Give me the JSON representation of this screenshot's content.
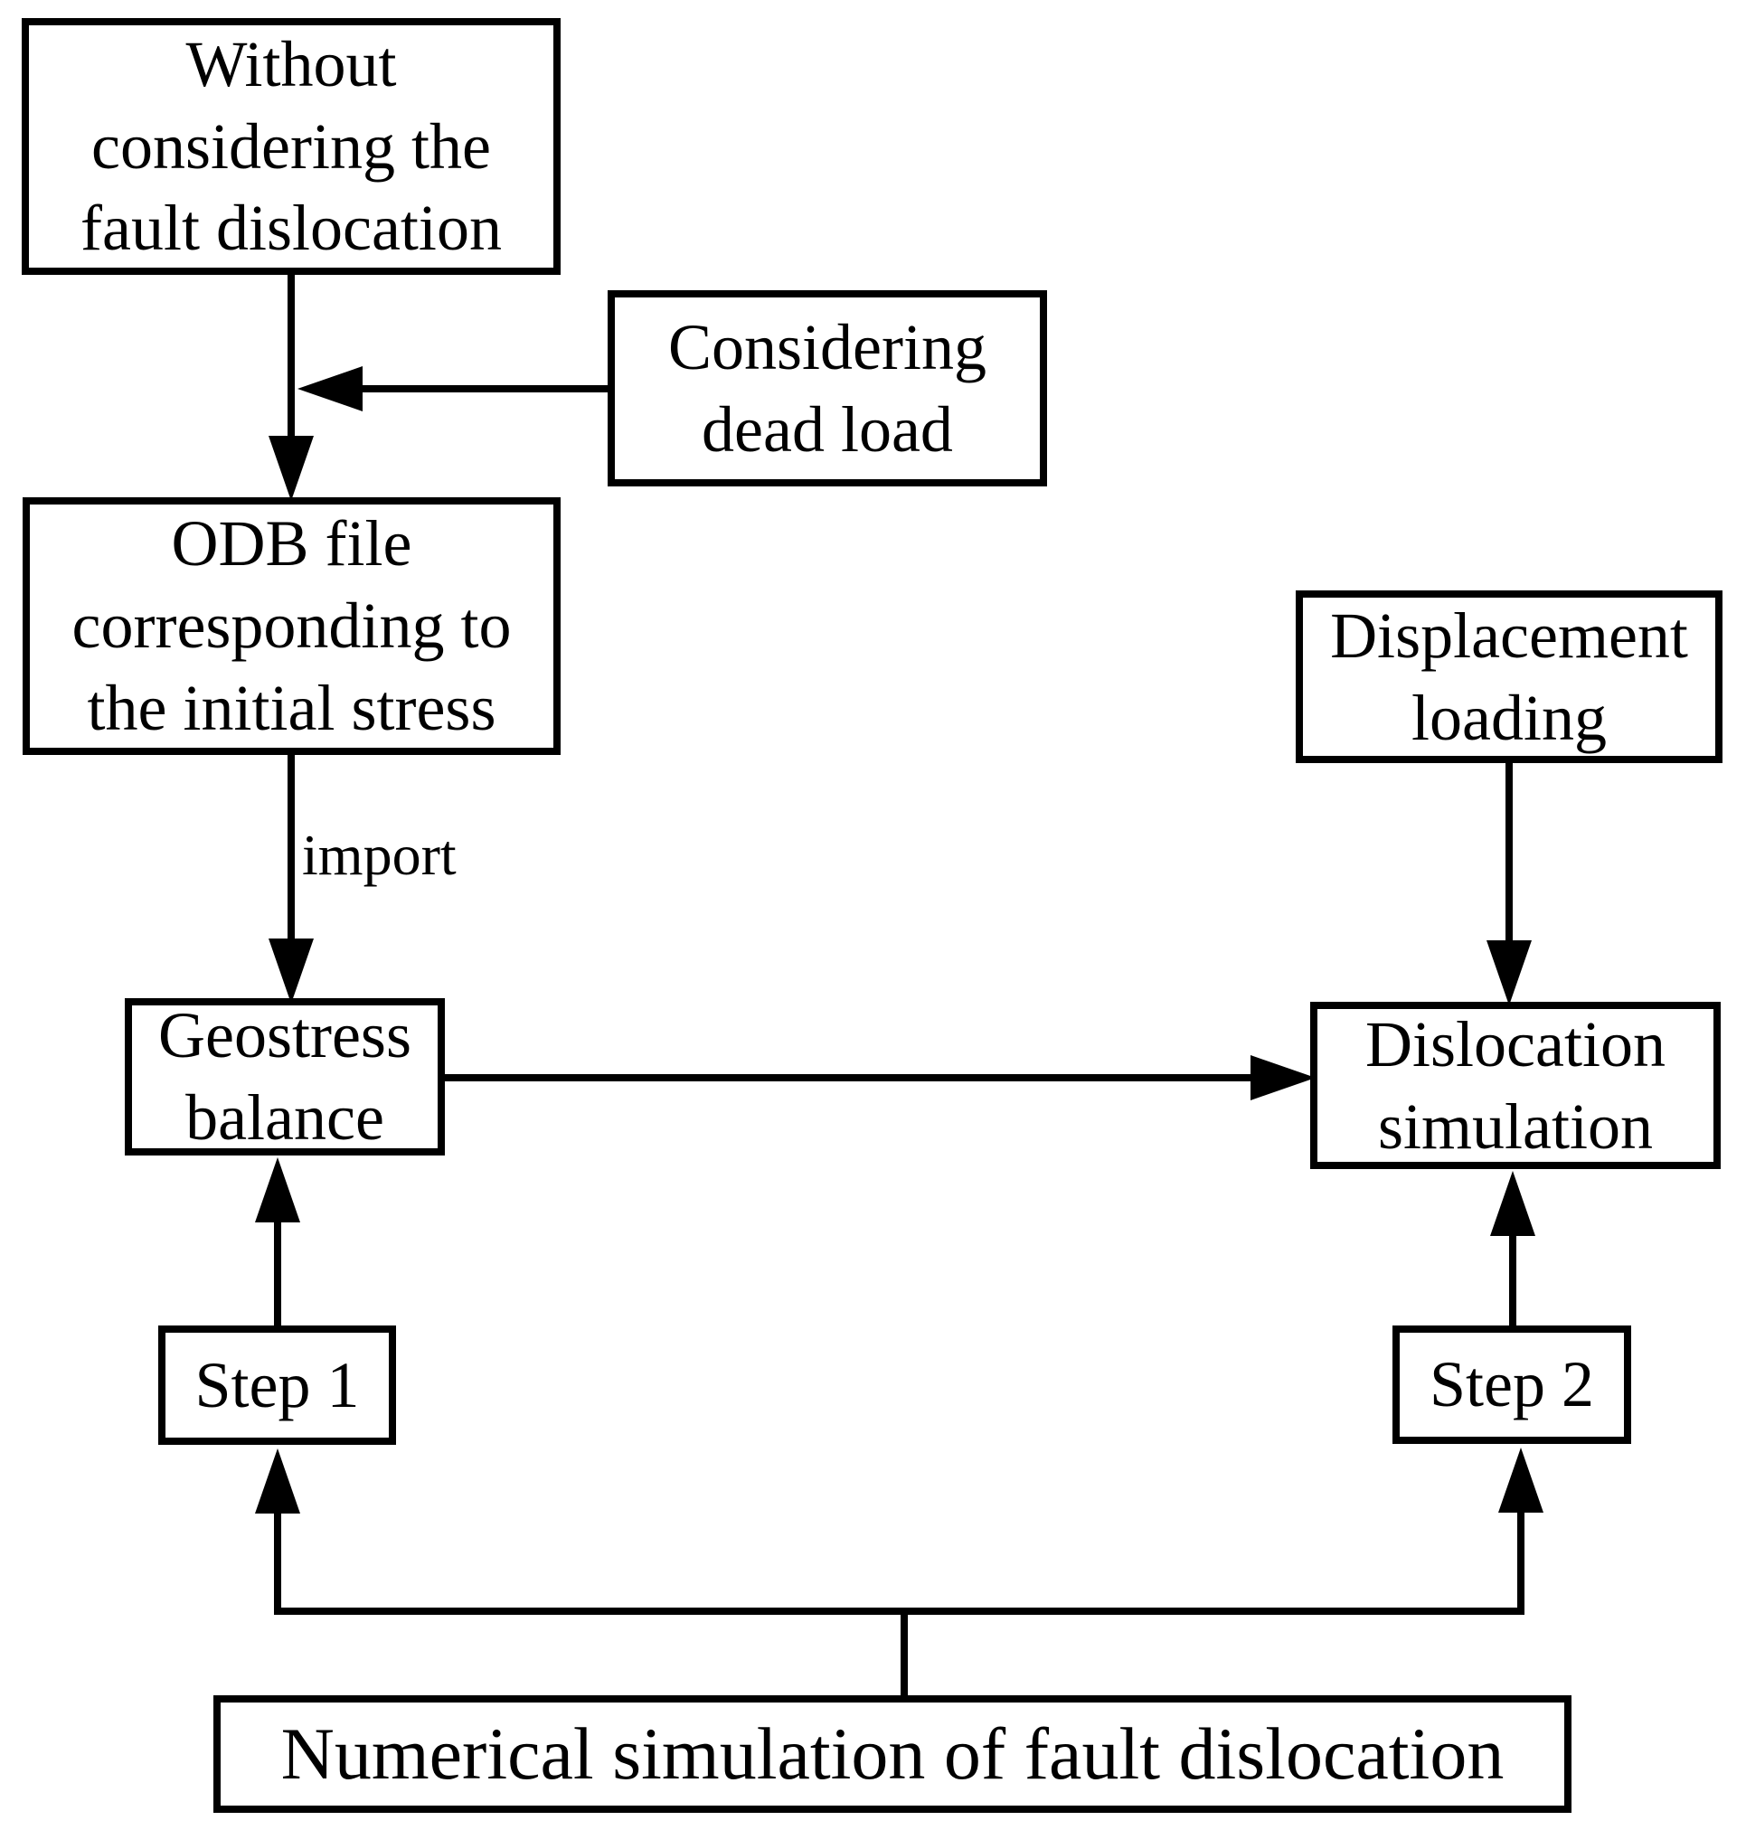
{
  "diagram": {
    "boxes": {
      "without": "Without\nconsidering the\nfault dislocation",
      "dead_load": "Considering\ndead load",
      "odb": "ODB file\ncorresponding to\nthe initial stress",
      "displacement": "Displacement\nloading",
      "geostress": "Geostress\nbalance",
      "dislocation": "Dislocation\nsimulation",
      "step1": "Step 1",
      "step2": "Step 2",
      "numerical": "Numerical simulation of fault dislocation"
    },
    "labels": {
      "import": "import"
    },
    "colors": {
      "line": "#000000",
      "background": "#ffffff",
      "text": "#000000"
    }
  }
}
